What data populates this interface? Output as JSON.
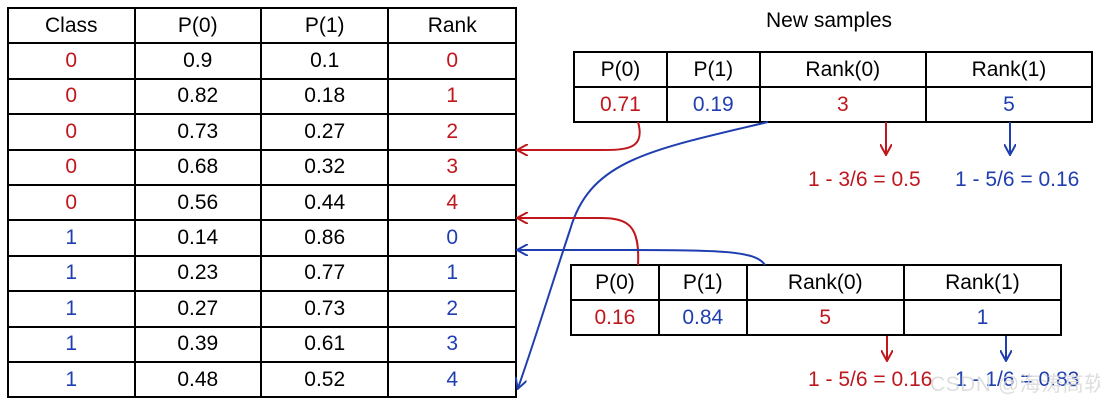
{
  "colors": {
    "red": "#c0171d",
    "blue": "#1f3fb0"
  },
  "main_table": {
    "headers": [
      "Class",
      "P(0)",
      "P(1)",
      "Rank"
    ],
    "rows": [
      {
        "class": "0",
        "p0": "0.9",
        "p1": "0.1",
        "rank": "0"
      },
      {
        "class": "0",
        "p0": "0.82",
        "p1": "0.18",
        "rank": "1"
      },
      {
        "class": "0",
        "p0": "0.73",
        "p1": "0.27",
        "rank": "2"
      },
      {
        "class": "0",
        "p0": "0.68",
        "p1": "0.32",
        "rank": "3"
      },
      {
        "class": "0",
        "p0": "0.56",
        "p1": "0.44",
        "rank": "4"
      },
      {
        "class": "1",
        "p0": "0.14",
        "p1": "0.86",
        "rank": "0"
      },
      {
        "class": "1",
        "p0": "0.23",
        "p1": "0.77",
        "rank": "1"
      },
      {
        "class": "1",
        "p0": "0.27",
        "p1": "0.73",
        "rank": "2"
      },
      {
        "class": "1",
        "p0": "0.39",
        "p1": "0.61",
        "rank": "3"
      },
      {
        "class": "1",
        "p0": "0.48",
        "p1": "0.52",
        "rank": "4"
      }
    ]
  },
  "new_samples": {
    "title": "New samples",
    "headers": [
      "P(0)",
      "P(1)",
      "Rank(0)",
      "Rank(1)"
    ],
    "sample_a": {
      "p0": "0.71",
      "p1": "0.19",
      "rank0": "3",
      "rank1": "5",
      "formula0": "1 - 3/6 = 0.5",
      "formula1": "1 - 5/6 = 0.16"
    },
    "sample_b": {
      "p0": "0.16",
      "p1": "0.84",
      "rank0": "5",
      "rank1": "1",
      "formula0": "1 - 5/6 = 0.16",
      "formula1": "1 - 1/6 = 0.83"
    }
  },
  "watermark": "CSDN @海涛高软"
}
